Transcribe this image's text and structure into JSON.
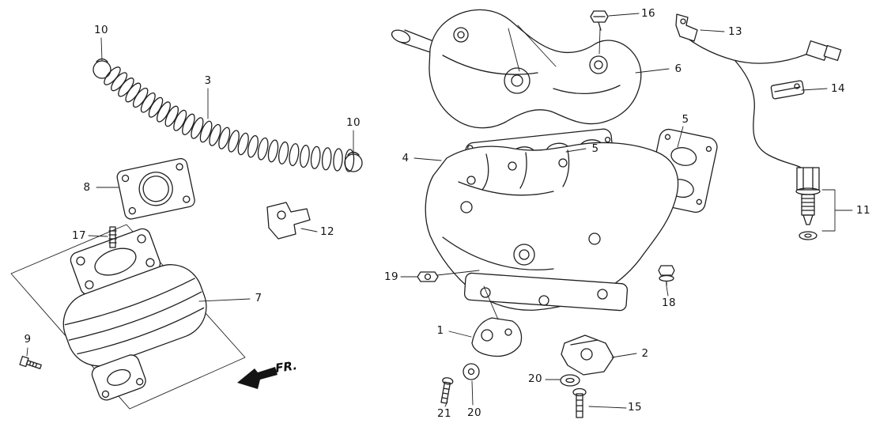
{
  "page": {
    "background": "#ffffff",
    "line_color": "#1f1f1f"
  },
  "diagram": {
    "fr_label": "FR.",
    "callouts": [
      {
        "label": "10"
      },
      {
        "label": "3"
      },
      {
        "label": "10"
      },
      {
        "label": "16"
      },
      {
        "label": "13"
      },
      {
        "label": "6"
      },
      {
        "label": "14"
      },
      {
        "label": "5"
      },
      {
        "label": "5"
      },
      {
        "label": "4"
      },
      {
        "label": "8"
      },
      {
        "label": "12"
      },
      {
        "label": "17"
      },
      {
        "label": "11"
      },
      {
        "label": "7"
      },
      {
        "label": "19"
      },
      {
        "label": "18"
      },
      {
        "label": "9"
      },
      {
        "label": "1"
      },
      {
        "label": "2"
      },
      {
        "label": "20"
      },
      {
        "label": "20"
      },
      {
        "label": "21"
      },
      {
        "label": "15"
      }
    ]
  }
}
